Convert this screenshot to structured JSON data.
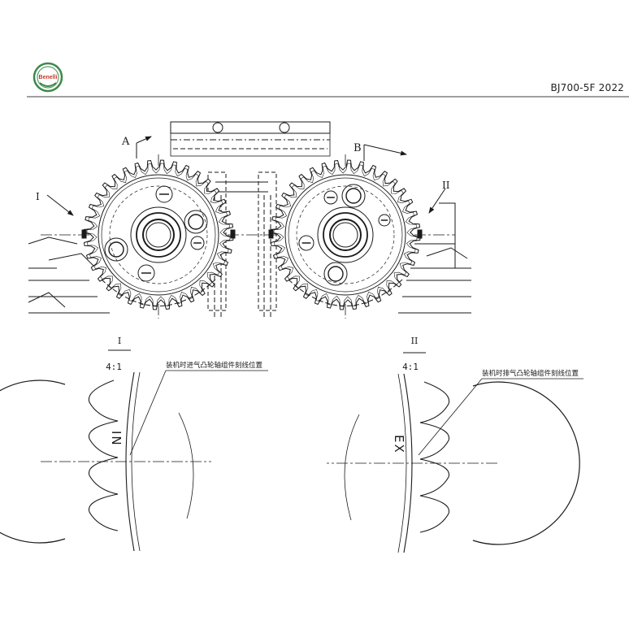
{
  "header": {
    "brand_logo_text": "Benelli",
    "model_year": "BJ700-5F  2022"
  },
  "drawing": {
    "view_label_a": "A",
    "view_label_b": "B",
    "detail_ref_1": "I",
    "detail_ref_2": "II"
  },
  "details": [
    {
      "ref": "I",
      "scale": "4:1",
      "note": "装机时进气凸轮轴组件刻线位置",
      "mark": "IN"
    },
    {
      "ref": "II",
      "scale": "4:1",
      "note": "装机时排气凸轮轴组件刻线位置",
      "mark": "EX"
    }
  ],
  "colors": {
    "line": "#1a1a1a",
    "logo_green": "#3a8a4a",
    "logo_red": "#c0392b"
  }
}
